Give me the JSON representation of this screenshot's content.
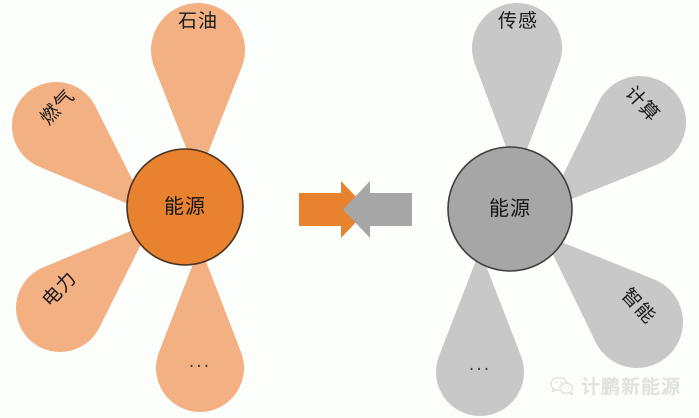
{
  "figure": {
    "background_color": "#fcfefb",
    "arrow_orange_color": "#E8822F",
    "arrow_gray_color": "#A6A6A6"
  },
  "left_diagram": {
    "name": "traditional-energy-cluster",
    "hub": {
      "label": "能源",
      "fill": "#E8822F",
      "stroke": "#4a3321"
    },
    "satellite_fill": "#F2B083",
    "satellites": [
      {
        "id": "oil",
        "label": "石油",
        "rotation": 0
      },
      {
        "id": "gas",
        "label": "燃气",
        "rotation": -47
      },
      {
        "id": "electricity",
        "label": "电力",
        "rotation": -47
      },
      {
        "id": "more",
        "label": "...",
        "rotation": 0
      }
    ]
  },
  "right_diagram": {
    "name": "smart-energy-cluster",
    "hub": {
      "label": "能源",
      "fill": "#A6A6A6",
      "stroke": "#3f3f3f"
    },
    "satellite_fill": "#C8C8C8",
    "satellites": [
      {
        "id": "sensing",
        "label": "传感",
        "rotation": 0
      },
      {
        "id": "computing",
        "label": "计算",
        "rotation": 47
      },
      {
        "id": "intelligence",
        "label": "智能",
        "rotation": 47
      },
      {
        "id": "more",
        "label": "...",
        "rotation": 0
      }
    ]
  },
  "center_arrows": {
    "left_arrow": {
      "name": "arrow-right-orange",
      "direction": "right",
      "color": "#E8822F"
    },
    "right_arrow": {
      "name": "arrow-left-gray",
      "direction": "left",
      "color": "#A6A6A6"
    }
  },
  "watermark": {
    "icon": "wechat-icon",
    "text": "计鹏新能源"
  }
}
